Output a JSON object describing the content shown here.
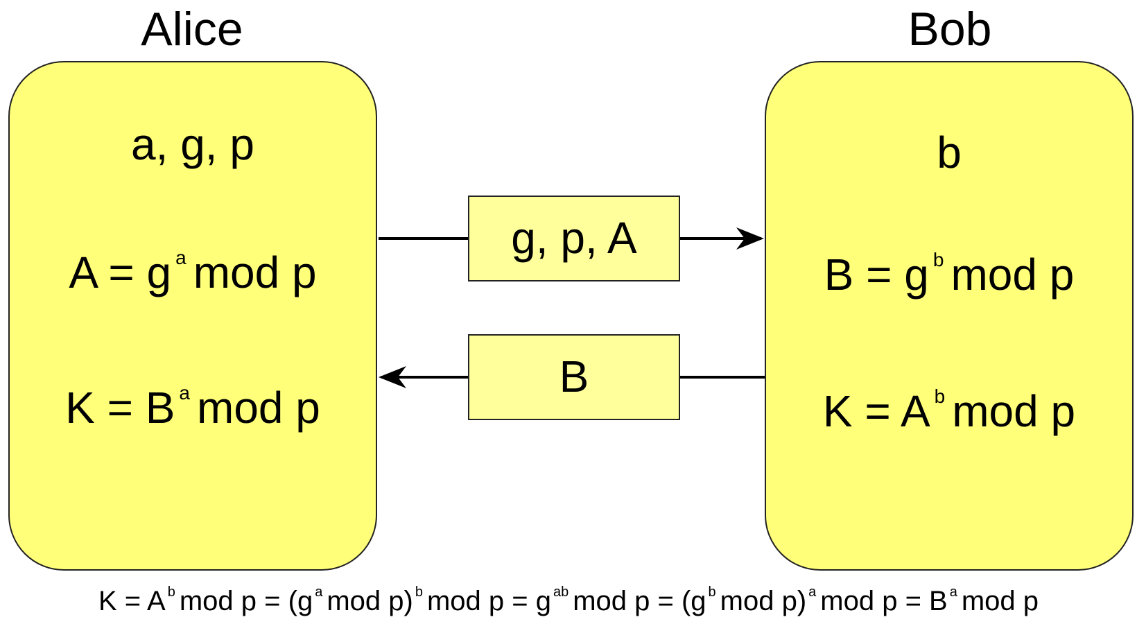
{
  "alice": {
    "name": "Alice",
    "params": "a, g, p",
    "public_value": {
      "lhs": "A = g",
      "exp": "a",
      "rhs": "mod p"
    },
    "key": {
      "lhs": "K = B",
      "exp": "a",
      "rhs": "mod p"
    }
  },
  "bob": {
    "name": "Bob",
    "params": "b",
    "public_value": {
      "lhs": "B = g",
      "exp": "b",
      "rhs": "mod p"
    },
    "key": {
      "lhs": "K = A",
      "exp": "b",
      "rhs": "mod p"
    }
  },
  "messages": [
    {
      "label": "g, p, A",
      "direction": "Alice to Bob"
    },
    {
      "label": "B",
      "direction": "Bob to Alice"
    }
  ],
  "final_equation": [
    {
      "text": "K = A",
      "exp": "b"
    },
    {
      "text": "mod p = (g",
      "exp": "a"
    },
    {
      "text": "mod p)",
      "exp": "b"
    },
    {
      "text": "mod p = g",
      "exp": "ab"
    },
    {
      "text": "mod p = (g",
      "exp": "b"
    },
    {
      "text": "mod p)",
      "exp": "a"
    },
    {
      "text": "mod p = B",
      "exp": "a"
    },
    {
      "text": "mod p",
      "exp": ""
    }
  ],
  "colors": {
    "party_fill": "#ffff7a",
    "message_fill": "#ffff9c",
    "stroke": "#000000"
  }
}
